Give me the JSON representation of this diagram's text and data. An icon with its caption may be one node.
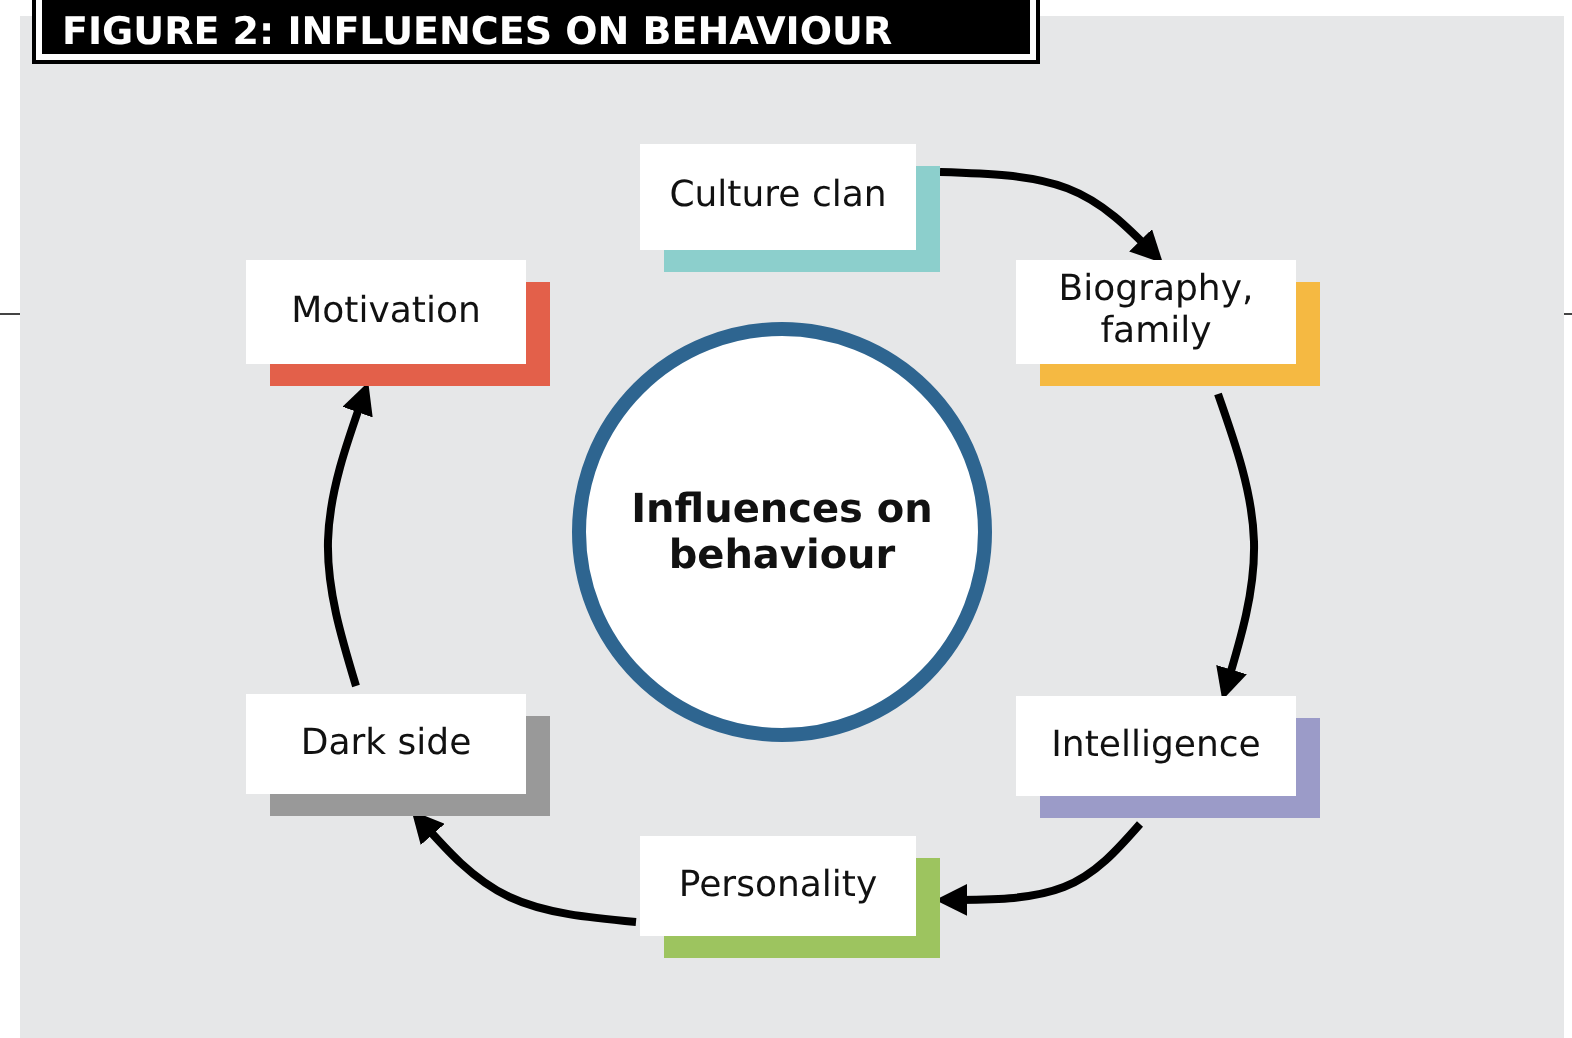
{
  "diagram": {
    "title": "FIGURE 2: INFLUENCES ON BEHAVIOUR",
    "nodes": [
      {
        "text": [
          "Influences on behaviour"
        ]
      },
      {
        "text": [
          "Culture clan"
        ]
      },
      {
        "text": [
          "Biography, family"
        ]
      },
      {
        "text": [
          "Intelligence"
        ]
      },
      {
        "text": [
          "Personality"
        ]
      },
      {
        "text": [
          "Dark side"
        ]
      },
      {
        "text": [
          "Motivation"
        ]
      }
    ],
    "edges": [
      {
        "from": 1,
        "to": 2,
        "arrow": "to"
      },
      {
        "from": 2,
        "to": 3,
        "arrow": "to"
      },
      {
        "from": 3,
        "to": 4,
        "arrow": "to"
      },
      {
        "from": 4,
        "to": 5,
        "arrow": "to"
      },
      {
        "from": 5,
        "to": 6,
        "arrow": "to"
      }
    ]
  }
}
